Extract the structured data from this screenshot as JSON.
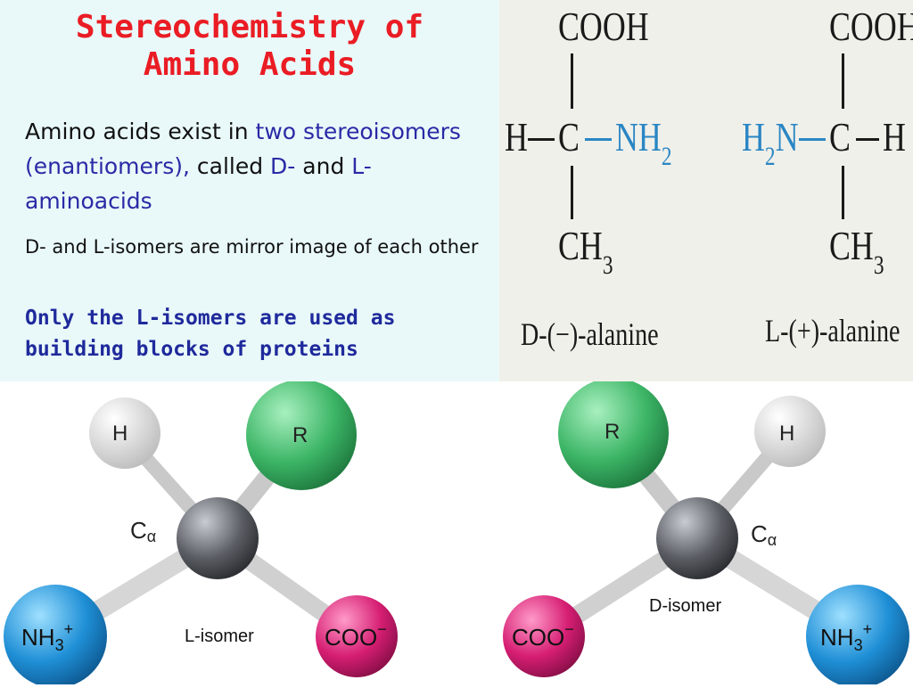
{
  "title": {
    "line1": "Stereochemistry of",
    "line2": "Amino Acids"
  },
  "para1": {
    "part1": "Amino acids exist in ",
    "part2": "two stereoisomers (enantiomers),",
    "part3": " called ",
    "part4": "D-",
    "part5": " and ",
    "part6": "L-aminoacids"
  },
  "para2": "D- and L-isomers are mirror image of each other",
  "para3": "Only the L-isomers are used as building blocks of proteins",
  "figure_scan": {
    "left": {
      "top_group": "COOH",
      "left_atom": "H",
      "center_atom": "C",
      "right_group": "NH",
      "right_group_sub": "2",
      "bottom_group": "CH",
      "bottom_group_sub": "3",
      "caption": "D-(−)-alanine"
    },
    "right": {
      "top_group": "COOH",
      "left_group": "H",
      "left_group_sub": "2",
      "left_group_tail": "N",
      "center_atom": "C",
      "right_atom": "H",
      "bottom_group": "CH",
      "bottom_group_sub": "3",
      "caption": "L-(+)-alanine"
    }
  },
  "models": {
    "l_isomer": {
      "label": "L-isomer",
      "h": "H",
      "r": "R",
      "ca": "C",
      "ca_sub": "α",
      "nh3": "NH",
      "nh3_sub": "3",
      "nh3_sup": "+",
      "coo": "COO",
      "coo_sup": "−"
    },
    "d_isomer": {
      "label": "D-isomer",
      "h": "H",
      "r": "R",
      "ca": "C",
      "ca_sub": "α",
      "nh3": "NH",
      "nh3_sub": "3",
      "nh3_sup": "+",
      "coo": "COO",
      "coo_sup": "−"
    }
  },
  "colors": {
    "title": "#ea1c24",
    "accent_blue": "#2a2aa6",
    "bold_blue": "#1f2a9c",
    "chem_blue": "#2a86c4",
    "panel_bg": "#e9f9f9",
    "h_atom": "#e6e6e6",
    "r_group": "#3cb566",
    "carbon": "#5a5d63",
    "nh3": "#1f8fd6",
    "coo": "#d61e73"
  }
}
